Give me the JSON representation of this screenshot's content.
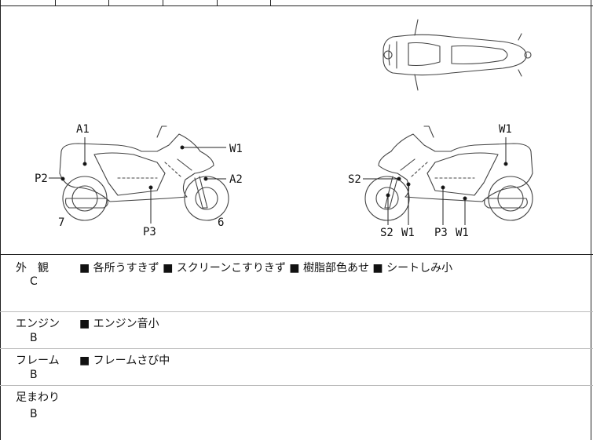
{
  "sections": [
    {
      "label": "外　観",
      "grade": "C",
      "notes": "■ 各所うすきず ■ スクリーンこすりきず ■ 樹脂部色あせ ■ シートしみ小"
    },
    {
      "label": "エンジン",
      "grade": "B",
      "notes": "■ エンジン音小"
    },
    {
      "label": "フレーム",
      "grade": "B",
      "notes": "■ フレームさび中"
    },
    {
      "label": "足まわり",
      "grade": "B",
      "notes": ""
    }
  ],
  "diagram": {
    "left_view": {
      "A1": "A1",
      "P2": "P2",
      "W1": "W1",
      "A2": "A2",
      "P3": "P3",
      "n7": "7",
      "n6": "6"
    },
    "right_view": {
      "W1_top": "W1",
      "S2_side": "S2",
      "S2_bottom": "S2",
      "W1_b1": "W1",
      "P3": "P3",
      "W1_b2": "W1"
    }
  }
}
